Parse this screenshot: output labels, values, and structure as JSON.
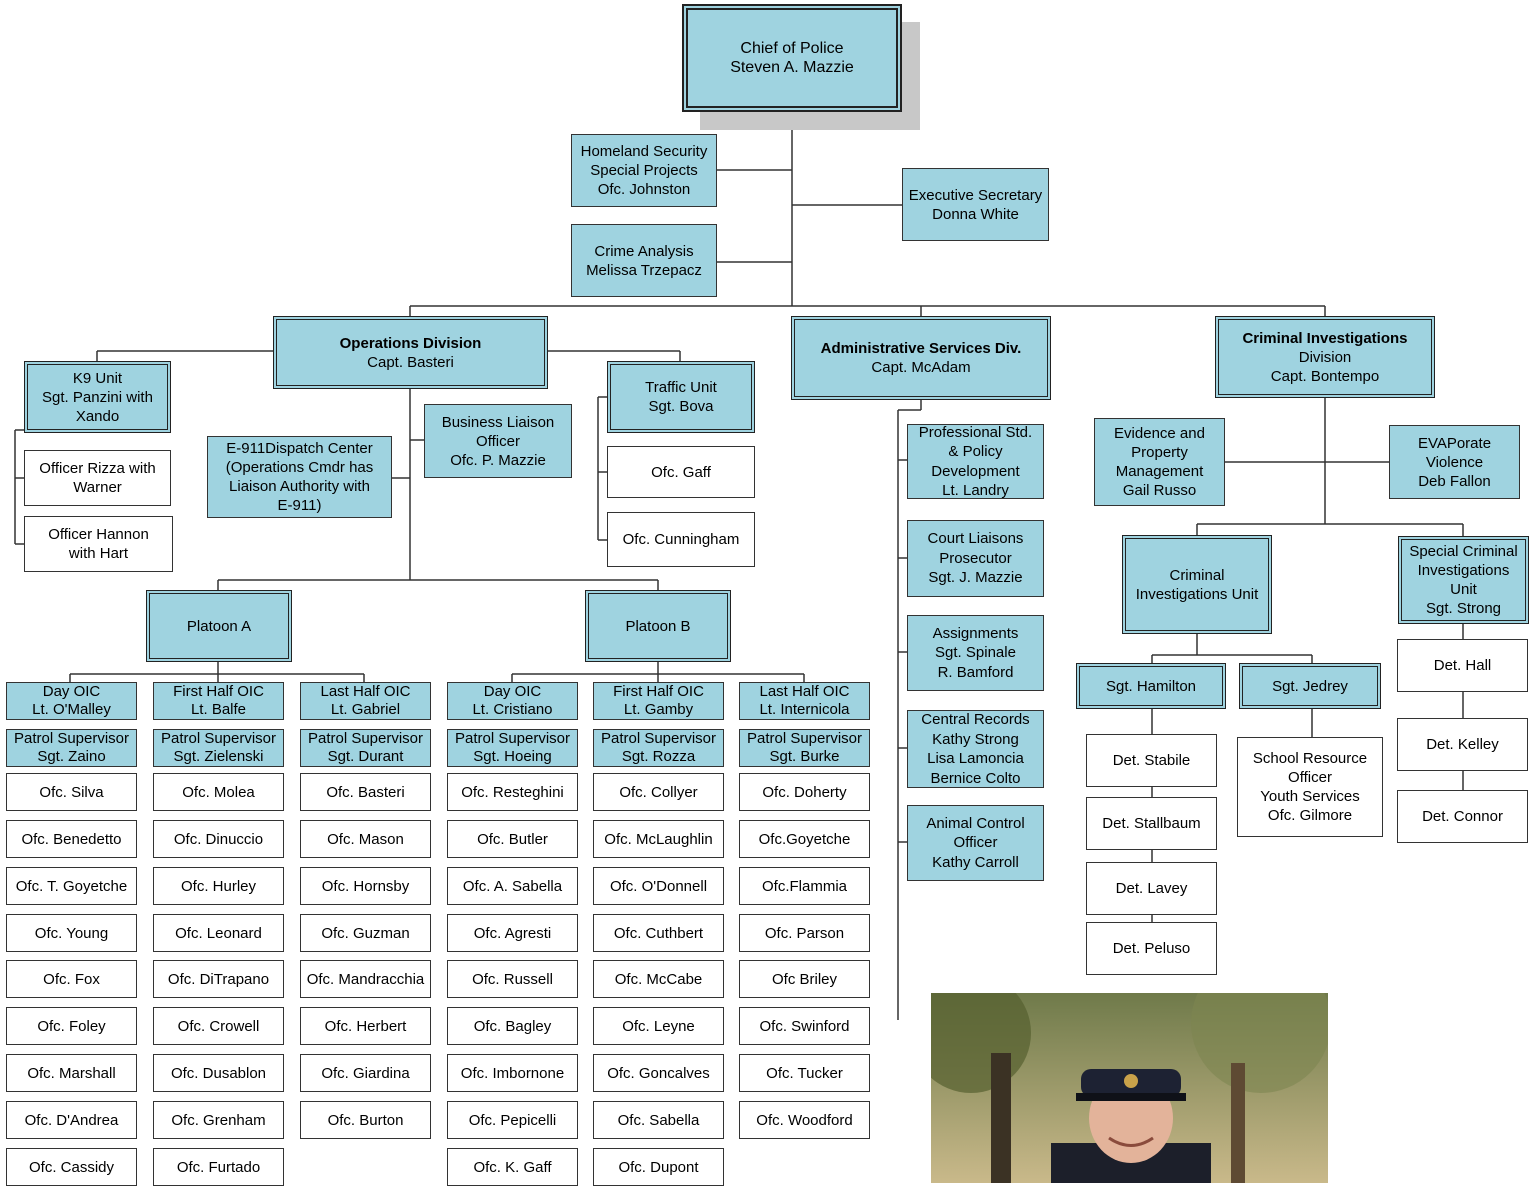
{
  "chief": [
    "Chief of Police",
    "Steven A. Mazzie"
  ],
  "homeland": [
    "Homeland Security",
    "Special Projects",
    "Ofc. Johnston"
  ],
  "secretary": [
    "Executive Secretary",
    "Donna White"
  ],
  "crime_analysis": [
    "Crime Analysis",
    "Melissa Trzepacz"
  ],
  "operations": [
    "Operations Division",
    "Capt. Basteri"
  ],
  "admin": [
    "Administrative Services Div.",
    "Capt. McAdam"
  ],
  "cid": [
    "Criminal Investigations",
    "Division",
    "Capt. Bontempo"
  ],
  "k9": [
    "K9 Unit",
    "Sgt. Panzini with",
    "Xando"
  ],
  "rizza": [
    "Officer Rizza with",
    "Warner"
  ],
  "hannon": [
    "Officer Hannon",
    "with Hart"
  ],
  "dispatch": [
    "E-911Dispatch Center",
    "(Operations Cmdr has",
    "Liaison Authority with",
    "E-911)"
  ],
  "business": [
    "Business Liaison",
    "Officer",
    "Ofc. P. Mazzie"
  ],
  "traffic": [
    "Traffic Unit",
    "Sgt. Bova"
  ],
  "gaff": [
    "Ofc. Gaff"
  ],
  "cunningham": [
    "Ofc. Cunningham"
  ],
  "platoon_a": [
    "Platoon A"
  ],
  "platoon_b": [
    "Platoon B"
  ],
  "shifts": [
    {
      "oic": [
        "Day OIC",
        "Lt. O'Malley"
      ],
      "sup": [
        "Patrol Supervisor",
        "Sgt. Zaino"
      ],
      "officers": [
        "Ofc. Silva",
        "Ofc. Benedetto",
        "Ofc. T. Goyetche",
        "Ofc. Young",
        "Ofc. Fox",
        "Ofc. Foley",
        "Ofc. Marshall",
        "Ofc. D'Andrea",
        "Ofc. Cassidy"
      ]
    },
    {
      "oic": [
        "First Half OIC",
        "Lt. Balfe"
      ],
      "sup": [
        "Patrol Supervisor",
        "Sgt. Zielenski"
      ],
      "officers": [
        "Ofc. Molea",
        "Ofc. Dinuccio",
        "Ofc. Hurley",
        "Ofc. Leonard",
        "Ofc. DiTrapano",
        "Ofc. Crowell",
        "Ofc. Dusablon",
        "Ofc. Grenham",
        "Ofc. Furtado"
      ]
    },
    {
      "oic": [
        "Last Half OIC",
        "Lt. Gabriel"
      ],
      "sup": [
        "Patrol Supervisor",
        "Sgt. Durant"
      ],
      "officers": [
        "Ofc. Basteri",
        "Ofc. Mason",
        "Ofc. Hornsby",
        "Ofc. Guzman",
        "Ofc. Mandracchia",
        "Ofc. Herbert",
        "Ofc. Giardina",
        "Ofc. Burton"
      ]
    },
    {
      "oic": [
        "Day OIC",
        "Lt. Cristiano"
      ],
      "sup": [
        "Patrol Supervisor",
        "Sgt. Hoeing"
      ],
      "officers": [
        "Ofc. Resteghini",
        "Ofc. Butler",
        "Ofc. A. Sabella",
        "Ofc. Agresti",
        "Ofc. Russell",
        "Ofc. Bagley",
        "Ofc. Imbornone",
        "Ofc. Pepicelli",
        "Ofc. K. Gaff"
      ]
    },
    {
      "oic": [
        "First Half OIC",
        "Lt. Gamby"
      ],
      "sup": [
        "Patrol Supervisor",
        "Sgt. Rozza"
      ],
      "officers": [
        "Ofc. Collyer",
        "Ofc. McLaughlin",
        "Ofc. O'Donnell",
        "Ofc. Cuthbert",
        "Ofc. McCabe",
        "Ofc. Leyne",
        "Ofc. Goncalves",
        "Ofc. Sabella",
        "Ofc. Dupont"
      ]
    },
    {
      "oic": [
        "Last Half OIC",
        "Lt. Internicola"
      ],
      "sup": [
        "Patrol Supervisor",
        "Sgt. Burke"
      ],
      "officers": [
        "Ofc. Doherty",
        "Ofc.Goyetche",
        "Ofc.Flammia",
        "Ofc. Parson",
        "Ofc Briley",
        "Ofc. Swinford",
        "Ofc. Tucker",
        "Ofc. Woodford"
      ]
    }
  ],
  "admin_units": [
    [
      "Professional Std.",
      "& Policy",
      "Development",
      "Lt. Landry"
    ],
    [
      "Court Liaisons",
      "Prosecutor",
      "Sgt. J. Mazzie"
    ],
    [
      "Assignments",
      "Sgt. Spinale",
      "R. Bamford"
    ],
    [
      "Central Records",
      "Kathy Strong",
      "Lisa Lamoncia",
      "Bernice Colto"
    ],
    [
      "Animal Control",
      "Officer",
      "Kathy Carroll"
    ]
  ],
  "evidence": [
    "Evidence and",
    "Property",
    "Management",
    "Gail Russo"
  ],
  "evaporate": [
    "EVAPorate",
    "Violence",
    "Deb Fallon"
  ],
  "ciu": [
    "Criminal",
    "Investigations Unit"
  ],
  "sciu": [
    "Special Criminal",
    "Investigations",
    "Unit",
    "Sgt. Strong"
  ],
  "hamilton": [
    "Sgt.  Hamilton"
  ],
  "jedrey": [
    "Sgt. Jedrey"
  ],
  "hamilton_dets": [
    "Det. Stabile",
    "Det. Stallbaum",
    "Det. Lavey",
    "Det. Peluso"
  ],
  "sro": [
    "School Resource",
    "Officer",
    "Youth Services",
    "Ofc. Gilmore"
  ],
  "strong_dets": [
    "Det. Hall",
    "Det. Kelley",
    "Det. Connor"
  ],
  "colors": {
    "box_fill": "#9fd3e0",
    "line": "#333333",
    "shadow": "#c8c8c8"
  },
  "photo": {
    "description_icon": "portrait-photo-uniformed-chief"
  }
}
